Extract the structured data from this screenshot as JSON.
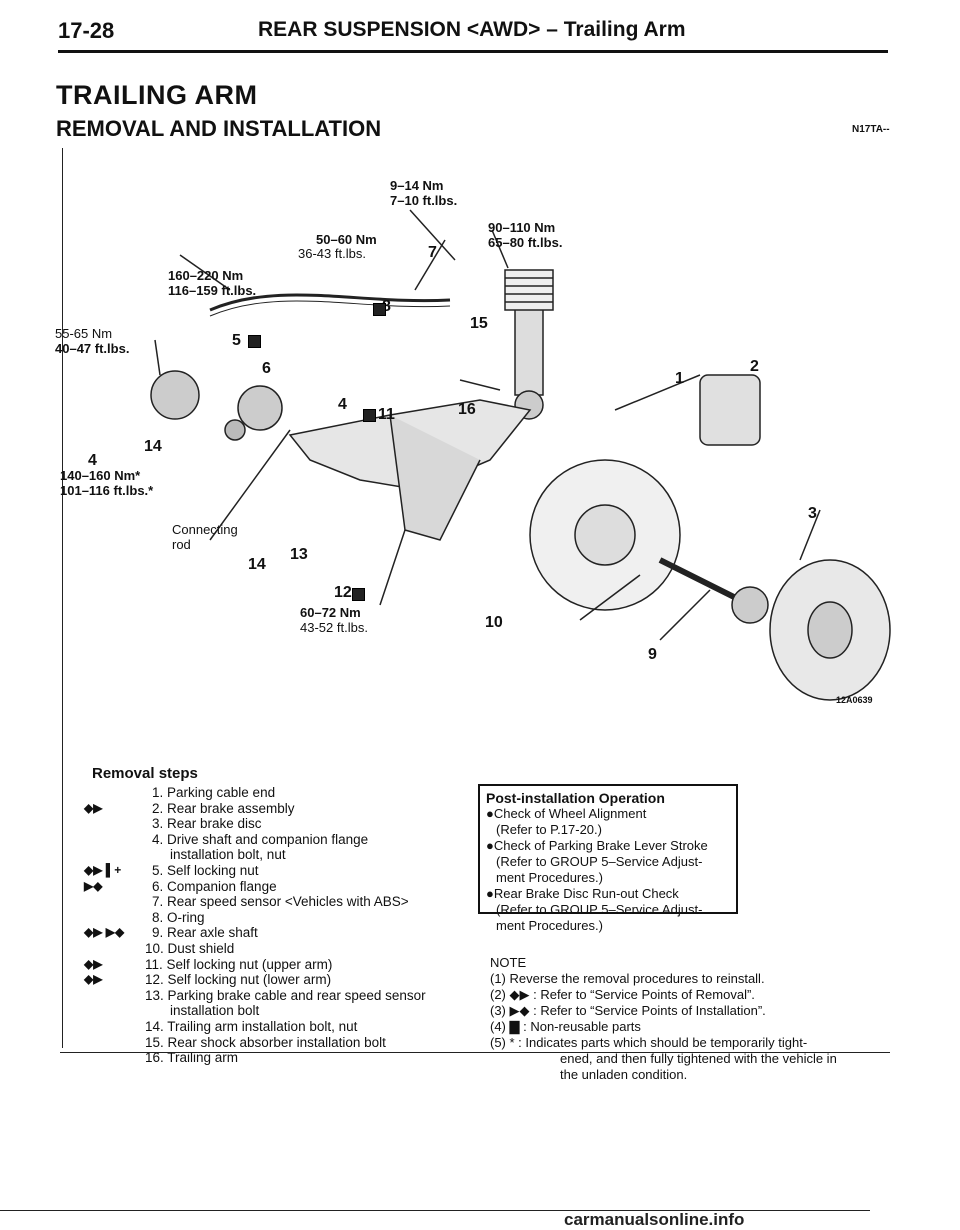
{
  "header": {
    "page_number": "17-28",
    "title": "REAR SUSPENSION <AWD> – Trailing Arm"
  },
  "heading": "TRAILING ARM",
  "subheading": "REMOVAL AND INSTALLATION",
  "section_code": "N17TA--",
  "figure": {
    "image_code": "12A0639",
    "torques": {
      "t1": [
        "9–14 Nm",
        "7–10 ft.lbs."
      ],
      "t2": [
        "50–60 Nm",
        "36-43 ft.lbs."
      ],
      "t3": [
        "90–110 Nm",
        "65–80 ft.lbs."
      ],
      "t4": [
        "160–220 Nm",
        "116–159 ft.lbs."
      ],
      "t5": [
        "55-65 Nm",
        "40–47 ft.lbs."
      ],
      "t6": [
        "140–160 Nm*",
        "101–116 ft.lbs.*"
      ],
      "t7": [
        "60–72 Nm",
        "43-52 ft.lbs."
      ]
    },
    "connecting_rod": [
      "Connecting",
      "rod"
    ],
    "callouts": [
      "1",
      "2",
      "3",
      "4",
      "4",
      "5",
      "6",
      "7",
      "8",
      "9",
      "10",
      "11",
      "12",
      "13",
      "14",
      "14",
      "15",
      "16"
    ]
  },
  "removal": {
    "title": "Removal steps",
    "steps": [
      {
        "mark": "",
        "text": "1. Parking cable end"
      },
      {
        "mark": "◆▶",
        "text": "2. Rear brake assembly"
      },
      {
        "mark": "",
        "text": "3. Rear brake disc"
      },
      {
        "mark": "",
        "text": "4. Drive shaft and companion flange"
      },
      {
        "mark": "",
        "text": "installation bolt, nut"
      },
      {
        "mark": "◆▶ ▌+",
        "text": "5. Self locking nut"
      },
      {
        "mark": "▶◆",
        "text": "6. Companion flange"
      },
      {
        "mark": "",
        "text": "7. Rear speed sensor <Vehicles with ABS>"
      },
      {
        "mark": "",
        "text": "8. O-ring"
      },
      {
        "mark": "◆▶ ▶◆",
        "text": "9. Rear axle shaft"
      },
      {
        "mark": "",
        "text": "10. Dust shield"
      },
      {
        "mark": "◆▶",
        "text": "11. Self locking nut (upper arm)"
      },
      {
        "mark": "◆▶",
        "text": "12. Self locking nut (lower arm)"
      },
      {
        "mark": "",
        "text": "13. Parking brake cable and rear speed sensor"
      },
      {
        "mark": "",
        "text": "installation bolt"
      },
      {
        "mark": "",
        "text": "14. Trailing arm installation bolt, nut"
      },
      {
        "mark": "",
        "text": "15. Rear shock absorber installation bolt"
      },
      {
        "mark": "",
        "text": "16. Trailing arm"
      }
    ]
  },
  "post_installation": {
    "title": "Post-installation Operation",
    "items": [
      "●Check of Wheel Alignment",
      "(Refer to P.17-20.)",
      "●Check of Parking Brake Lever Stroke",
      "(Refer to GROUP 5–Service Adjust-",
      "ment Procedures.)",
      "●Rear Brake Disc Run-out Check",
      "(Refer to GROUP 5–Service Adjust-",
      "ment Procedures.)"
    ]
  },
  "note": {
    "title": "NOTE",
    "lines": [
      "(1) Reverse the removal procedures to reinstall.",
      "(2) ◆▶ : Refer to “Service Points of Removal”.",
      "(3) ▶◆ : Refer to “Service Points of Installation”.",
      "(4) ▇ : Non-reusable parts",
      "(5) * : Indicates parts which should be temporarily tight-",
      "ened, and then fully tightened with the vehicle in",
      "the unladen condition."
    ]
  },
  "watermark": "carmanualsonline.info"
}
